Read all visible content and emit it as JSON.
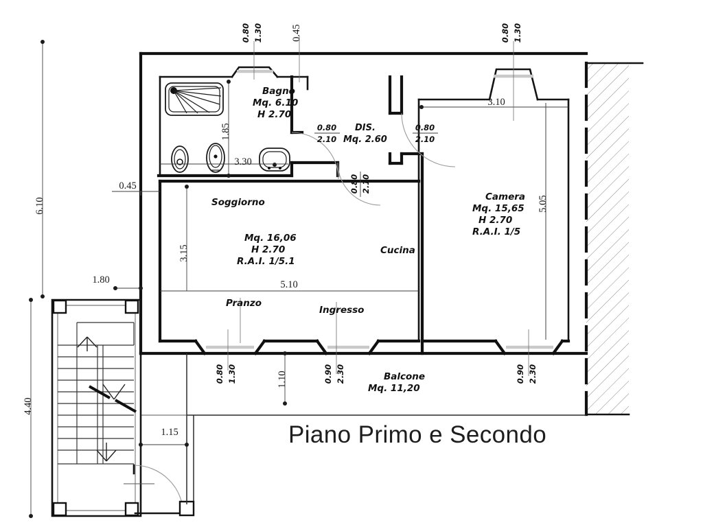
{
  "drawing": {
    "title": "Piano Primo e Secondo",
    "type": "architectural-floor-plan",
    "units": "meters",
    "background_color": "#ffffff",
    "line_color": "#111111"
  },
  "rooms": [
    {
      "id": "bagno",
      "name": "Bagno",
      "area_label": "Mq. 6.10",
      "height_label": "H 2.70",
      "rai_label": ""
    },
    {
      "id": "dis",
      "name": "DIS.",
      "area_label": "Mq. 2.60",
      "height_label": "",
      "rai_label": ""
    },
    {
      "id": "camera",
      "name": "Camera",
      "area_label": "Mq. 15,65",
      "height_label": "H 2.70",
      "rai_label": "R.A.I.  1/5"
    },
    {
      "id": "soggiorno",
      "name": "Soggiorno",
      "area_label": "Mq. 16,06",
      "height_label": "H 2.70",
      "rai_label": "R.A.I.  1/5.1"
    },
    {
      "id": "cucina",
      "name": "Cucina",
      "area_label": "",
      "height_label": "",
      "rai_label": ""
    },
    {
      "id": "pranzo",
      "name": "Pranzo",
      "area_label": "",
      "height_label": "",
      "rai_label": ""
    },
    {
      "id": "ingresso",
      "name": "Ingresso",
      "area_label": "",
      "height_label": "",
      "rai_label": ""
    },
    {
      "id": "balcone",
      "name": "Balcone",
      "area_label": "Mq. 11,20",
      "height_label": "",
      "rai_label": ""
    }
  ],
  "dimensions": {
    "left_overall": "6.10",
    "left_lower": "4.40",
    "bagno_vertical": "1.85",
    "bagno_horizontal": "3.30",
    "soggiorno_vertical": "3.15",
    "soggiorno_horizontal": "5.10",
    "camera_top": "3.10",
    "camera_right": "5.05",
    "offset_left_top": "0.45",
    "offset_left_mid": "0.45",
    "stair_width": "1.80",
    "stair_offset": "1.15",
    "balcony_depth": "1.10"
  },
  "openings": [
    {
      "id": "bagno-window",
      "width": "0.80",
      "height": "1.30",
      "orientation": "vertical"
    },
    {
      "id": "camera-window",
      "width": "0.80",
      "height": "1.30",
      "orientation": "vertical"
    },
    {
      "id": "bagno-door",
      "width": "0.80",
      "height": "2.10",
      "orientation": "stacked"
    },
    {
      "id": "dis-camera-door",
      "width": "0.80",
      "height": "2.10",
      "orientation": "stacked"
    },
    {
      "id": "dis-soggiorno-door",
      "width": "0.80",
      "height": "2.10",
      "orientation": "vertical"
    },
    {
      "id": "pranzo-window",
      "width": "0.80",
      "height": "1.30",
      "orientation": "vertical"
    },
    {
      "id": "ingresso-door",
      "width": "0.90",
      "height": "2.30",
      "orientation": "vertical"
    },
    {
      "id": "camera-balcony-door",
      "width": "0.90",
      "height": "2.30",
      "orientation": "vertical"
    }
  ],
  "fixtures": [
    {
      "id": "shower",
      "label": "shower-fixture"
    },
    {
      "id": "bidet",
      "label": "bidet-fixture"
    },
    {
      "id": "wc",
      "label": "wc-fixture"
    },
    {
      "id": "sink",
      "label": "washbasin-fixture"
    }
  ],
  "stairwell": {
    "label": "stairwell",
    "up_arrow": "up",
    "down_arrow": "down",
    "treads": 10
  }
}
